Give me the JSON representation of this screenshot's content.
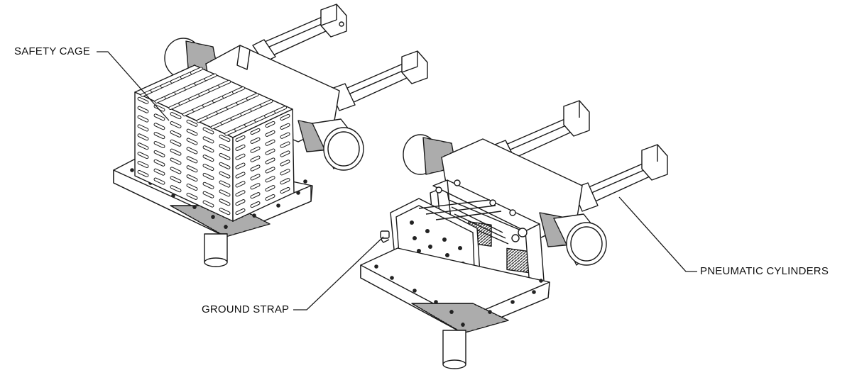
{
  "labels": {
    "safety_cage": "SAFETY CAGE",
    "ground_strap": "GROUND STRAP",
    "pneumatic_cylinders": "PNEUMATIC CYLINDERS"
  },
  "colors": {
    "line": "#1a1a1a",
    "fill": "#ffffff",
    "shade": "#3a3a3a",
    "background": "#ffffff"
  }
}
